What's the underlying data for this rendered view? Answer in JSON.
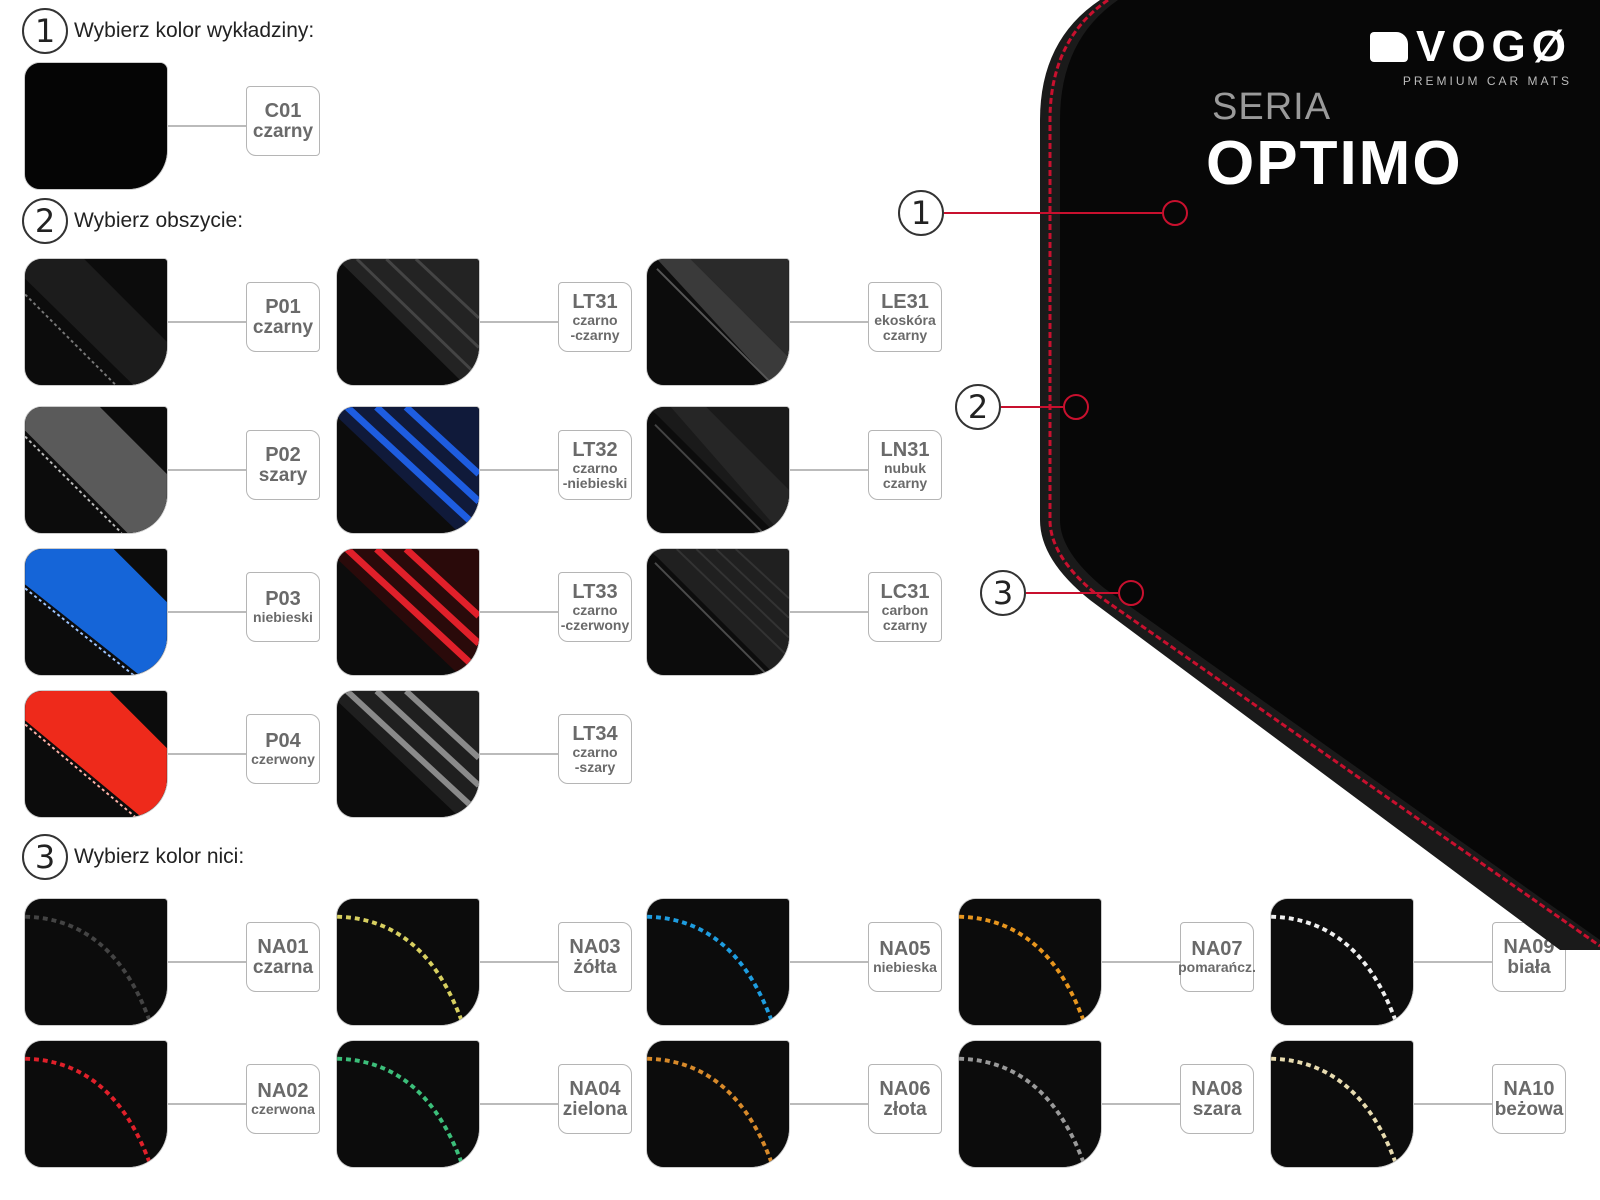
{
  "steps": [
    {
      "num": "1",
      "label": "Wybierz kolor wykładziny:"
    },
    {
      "num": "2",
      "label": "Wybierz obszycie:"
    },
    {
      "num": "3",
      "label": "Wybierz kolor nici:"
    }
  ],
  "carpet": [
    {
      "code": "C01",
      "name": "czarny"
    }
  ],
  "trim": [
    {
      "code": "P01",
      "name": "czarny"
    },
    {
      "code": "P02",
      "name": "szary"
    },
    {
      "code": "P03",
      "name": "niebieski"
    },
    {
      "code": "P04",
      "name": "czerwony"
    },
    {
      "code": "LT31",
      "name": "czarno",
      "name2": "-czarny"
    },
    {
      "code": "LT32",
      "name": "czarno",
      "name2": "-niebieski"
    },
    {
      "code": "LT33",
      "name": "czarno",
      "name2": "-czerwony"
    },
    {
      "code": "LT34",
      "name": "czarno",
      "name2": "-szary"
    },
    {
      "code": "LE31",
      "name": "ekoskóra",
      "name2": "czarny"
    },
    {
      "code": "LN31",
      "name": "nubuk",
      "name2": "czarny"
    },
    {
      "code": "LC31",
      "name": "carbon",
      "name2": "czarny"
    }
  ],
  "thread": [
    {
      "code": "NA01",
      "name": "czarna"
    },
    {
      "code": "NA02",
      "name": "czerwona"
    },
    {
      "code": "NA03",
      "name": "żółta"
    },
    {
      "code": "NA04",
      "name": "zielona"
    },
    {
      "code": "NA05",
      "name": "niebieska"
    },
    {
      "code": "NA06",
      "name": "złota"
    },
    {
      "code": "NA07",
      "name": "pomarańcz."
    },
    {
      "code": "NA08",
      "name": "szara"
    },
    {
      "code": "NA09",
      "name": "biała"
    },
    {
      "code": "NA10",
      "name": "beżowa"
    }
  ],
  "brand": {
    "logo": "VOGØ",
    "tagline": "PREMIUM CAR MATS",
    "series_label": "SERIA",
    "series_name": "OPTIMO"
  },
  "callouts": [
    "1",
    "2",
    "3"
  ],
  "colors": {
    "accent_red": "#c8102e",
    "carpet": "#0d0d0d",
    "trim_grey": "#5a5a5a",
    "trim_blue": "#1565d8",
    "trim_red": "#ee2a1b"
  }
}
